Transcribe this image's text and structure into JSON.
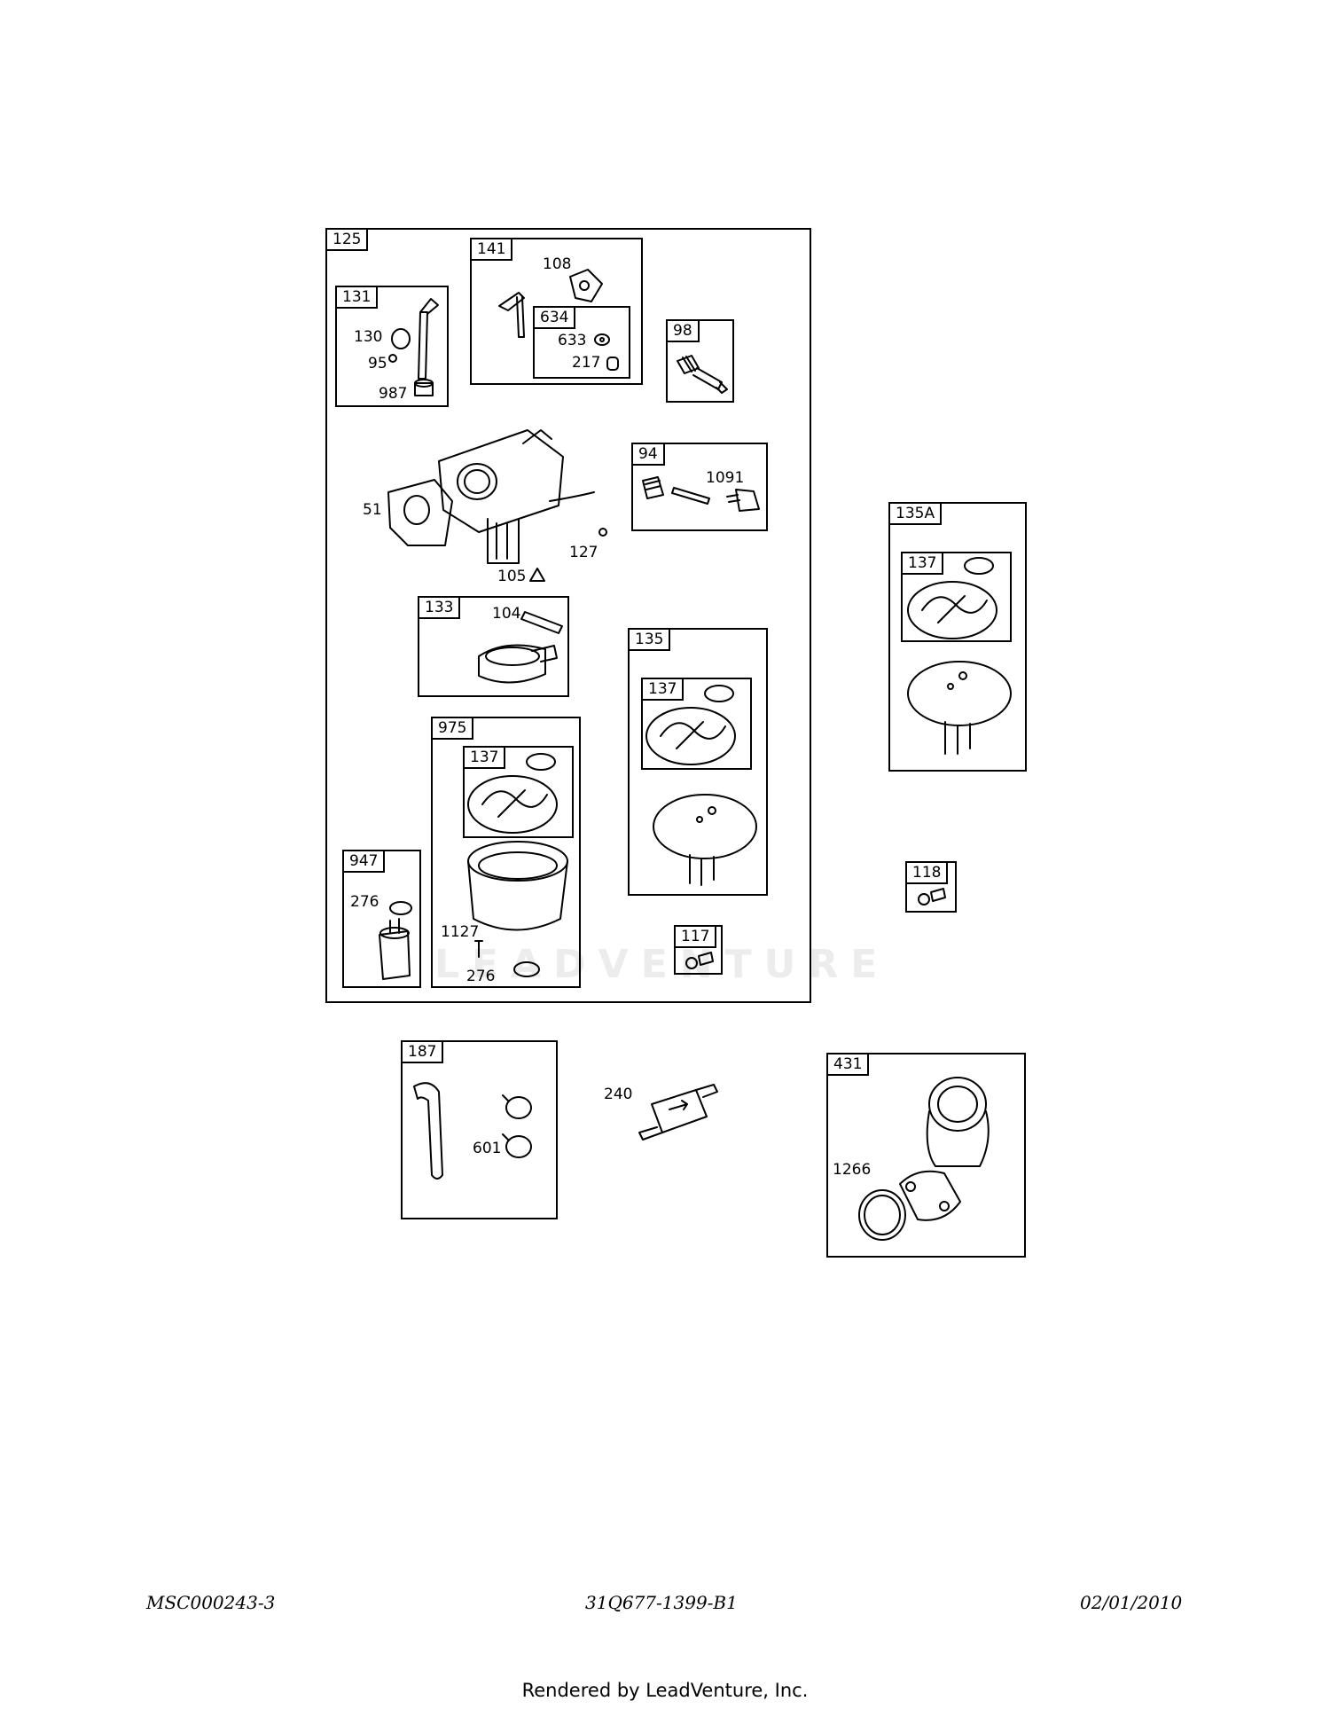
{
  "watermark": "LEADVENTURE",
  "boxes": {
    "b125": "125",
    "b131": "131",
    "b141": "141",
    "b634": "634",
    "b98": "98",
    "b94": "94",
    "b133": "133",
    "b135": "135",
    "b137a": "137",
    "b975": "975",
    "b137b": "137",
    "b947": "947",
    "b117": "117",
    "b135A": "135A",
    "b137c": "137",
    "b118": "118",
    "b187": "187",
    "b431": "431"
  },
  "labels": {
    "p130": "130",
    "p95": "95",
    "p987": "987",
    "p108": "108",
    "p633": "633",
    "p217": "217",
    "p1091": "1091",
    "p51": "51",
    "p127": "127",
    "p105": "105",
    "p104": "104",
    "p276a": "276",
    "p1127": "1127",
    "p276b": "276",
    "p240": "240",
    "p601": "601",
    "p1266": "1266"
  },
  "footer": {
    "left": "MSC000243-3",
    "center": "31Q677-1399-B1",
    "right": "02/01/2010",
    "rendered": "Rendered by LeadVenture, Inc."
  }
}
